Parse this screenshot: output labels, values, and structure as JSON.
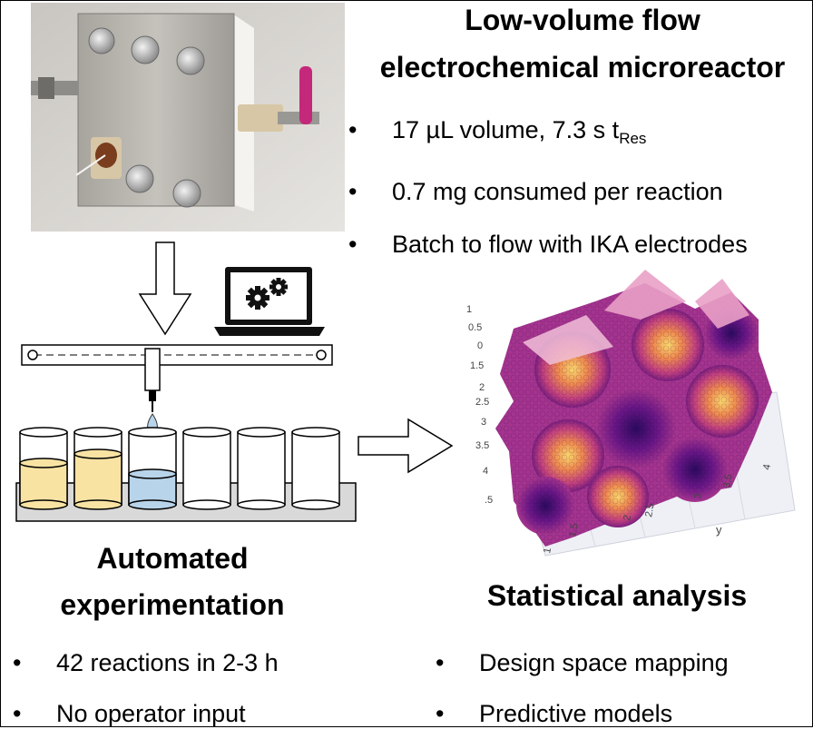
{
  "reactor": {
    "title_line1": "Low-volume flow",
    "title_line2": "electrochemical microreactor",
    "bullets": [
      {
        "text": "17 µL volume, 7.3 s t",
        "sub": "Res"
      },
      {
        "text": "0.7 mg consumed per reaction"
      },
      {
        "text": "Batch to flow with IKA electrodes"
      }
    ]
  },
  "automation": {
    "title_line1": "Automated",
    "title_line2": "experimentation",
    "bullets": [
      "42 reactions in 2-3 h",
      "No operator input"
    ]
  },
  "statistics": {
    "title": "Statistical analysis",
    "bullets": [
      "Design space mapping",
      "Predictive models"
    ]
  },
  "plot_axes": {
    "left_ticks": [
      "1",
      "0.5",
      "0",
      "1.5",
      "2",
      "2.5",
      "3",
      "3.5",
      "4",
      ".5"
    ],
    "bottom_ticks": [
      "1",
      "1.5",
      "2",
      "2.5",
      "3",
      "3.5",
      "4"
    ],
    "y_label": "y"
  },
  "colors": {
    "vial_fill_yellow": "#f9e3a3",
    "vial_fill_blue": "#b8d4ea",
    "surface_dark": "#3e0c79",
    "surface_mid": "#b83b96",
    "surface_light": "#f6c25e"
  }
}
